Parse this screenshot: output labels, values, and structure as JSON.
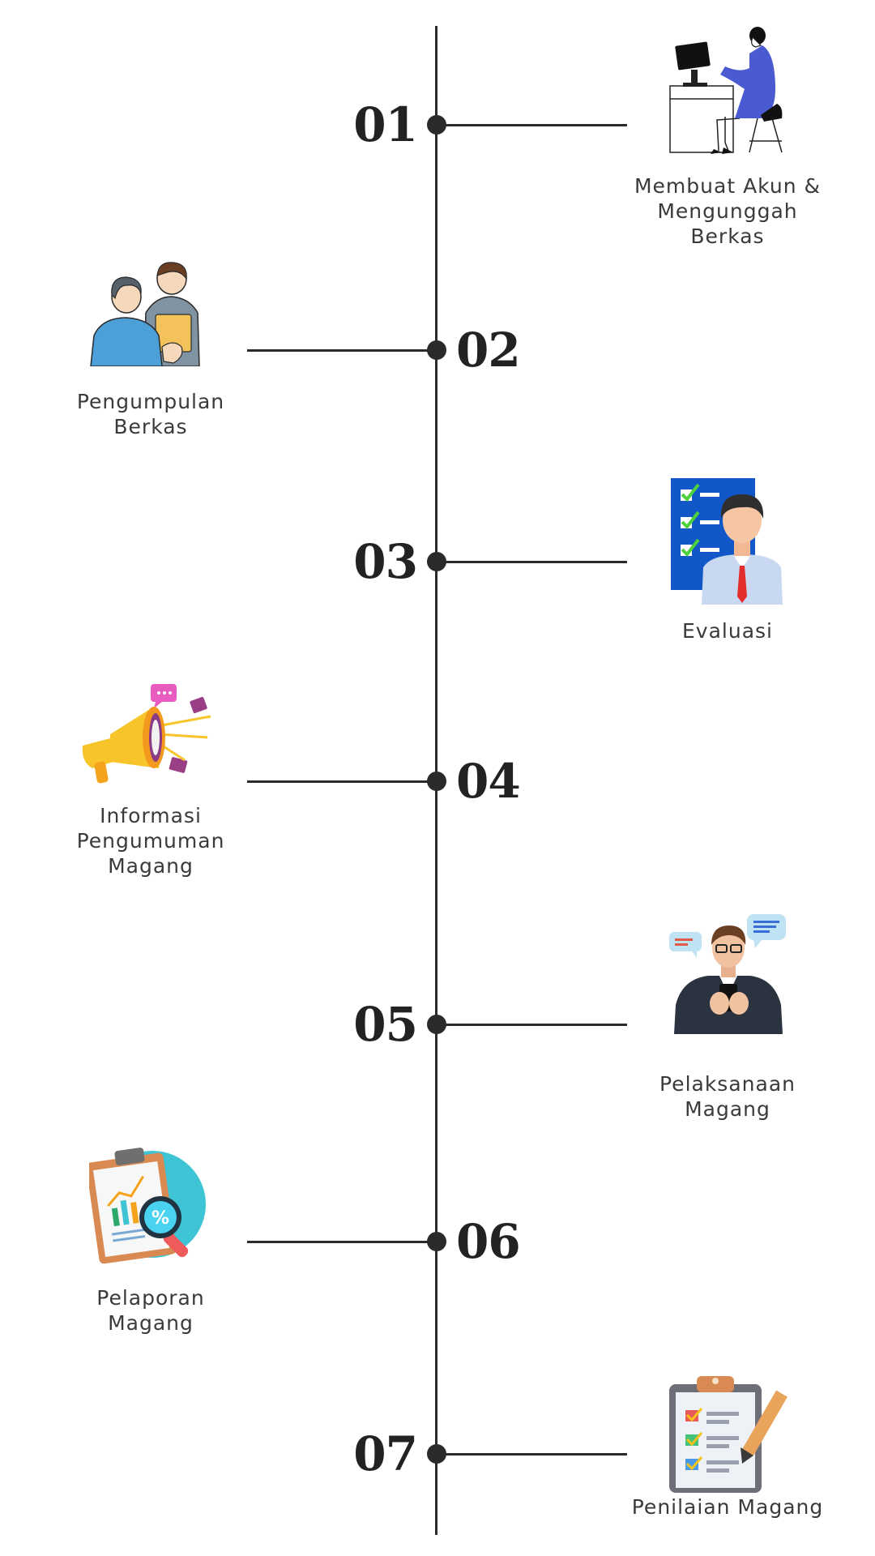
{
  "steps": [
    {
      "number": "01",
      "label": "Membuat Akun &\nMengunggah\nBerkas",
      "icon": "person-at-computer-icon"
    },
    {
      "number": "02",
      "label": "Pengumpulan\nBerkas",
      "icon": "two-people-documents-icon"
    },
    {
      "number": "03",
      "label": "Evaluasi",
      "icon": "checklist-evaluator-icon"
    },
    {
      "number": "04",
      "label": "Informasi\nPengumuman\nMagang",
      "icon": "megaphone-icon"
    },
    {
      "number": "05",
      "label": "Pelaksanaan\nMagang",
      "icon": "man-with-phone-chat-icon"
    },
    {
      "number": "06",
      "label": "Pelaporan\nMagang",
      "icon": "report-clipboard-magnifier-icon"
    },
    {
      "number": "07",
      "label": "Penilaian Magang",
      "icon": "clipboard-checklist-pencil-icon"
    }
  ],
  "colors": {
    "line": "#2a2a2a",
    "text": "#3a3a3a",
    "accent_blue": "#4a5bd1",
    "accent_orange": "#f5a21c",
    "accent_teal": "#3fc4d6"
  }
}
